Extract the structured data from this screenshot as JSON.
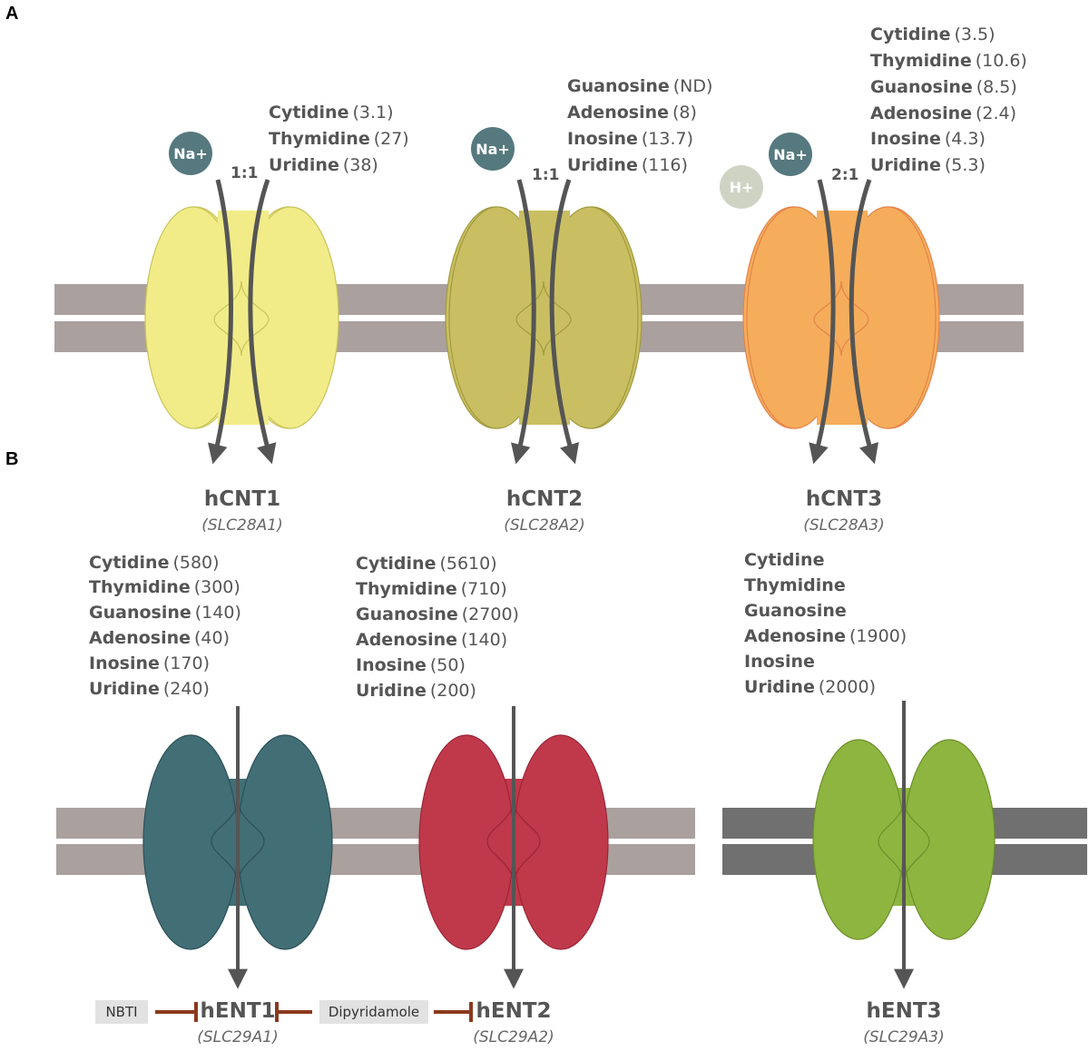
{
  "panels": {
    "a": "A",
    "b": "B"
  },
  "colors": {
    "membrane": "#aaa09e",
    "membrane_dark": "#707070",
    "hCNT1": "#f1ec88",
    "hCNT2": "#c9bf62",
    "hCNT3": "#f5ad5b",
    "hENT1": "#426e76",
    "hENT2": "#bf394b",
    "hENT3": "#8db53f",
    "na_ion": "#55797e",
    "h_ion": "#cfd3c4",
    "arrow": "#555555",
    "inhibitor": "#8b3a1e"
  },
  "cnt": [
    {
      "name": "hCNT1",
      "gene": "(SLC28A1)",
      "ratio": "1:1",
      "ions": [
        "Na+"
      ],
      "substrates": [
        {
          "name": "Cytidine",
          "value": "(3.1)"
        },
        {
          "name": "Thymidine",
          "value": "(27)"
        },
        {
          "name": "Uridine",
          "value": "(38)"
        }
      ]
    },
    {
      "name": "hCNT2",
      "gene": "(SLC28A2)",
      "ratio": "1:1",
      "ions": [
        "Na+"
      ],
      "substrates": [
        {
          "name": "Guanosine",
          "value": "(ND)"
        },
        {
          "name": "Adenosine",
          "value": "(8)"
        },
        {
          "name": "Inosine",
          "value": "(13.7)"
        },
        {
          "name": "Uridine",
          "value": "(116)"
        }
      ]
    },
    {
      "name": "hCNT3",
      "gene": "(SLC28A3)",
      "ratio": "2:1",
      "ions": [
        "Na+",
        "H+"
      ],
      "substrates": [
        {
          "name": "Cytidine",
          "value": "(3.5)"
        },
        {
          "name": "Thymidine",
          "value": "(10.6)"
        },
        {
          "name": "Guanosine",
          "value": "(8.5)"
        },
        {
          "name": "Adenosine",
          "value": "(2.4)"
        },
        {
          "name": "Inosine",
          "value": "(4.3)"
        },
        {
          "name": "Uridine",
          "value": "(5.3)"
        }
      ]
    }
  ],
  "ent": [
    {
      "name": "hENT1",
      "gene": "(SLC29A1)",
      "substrates": [
        {
          "name": "Cytidine",
          "value": "(580)"
        },
        {
          "name": "Thymidine",
          "value": "(300)"
        },
        {
          "name": "Guanosine",
          "value": "(140)"
        },
        {
          "name": "Adenosine",
          "value": "(40)"
        },
        {
          "name": "Inosine",
          "value": "(170)"
        },
        {
          "name": "Uridine",
          "value": "(240)"
        }
      ]
    },
    {
      "name": "hENT2",
      "gene": "(SLC29A2)",
      "substrates": [
        {
          "name": "Cytidine",
          "value": "(5610)"
        },
        {
          "name": "Thymidine",
          "value": "(710)"
        },
        {
          "name": "Guanosine",
          "value": "(2700)"
        },
        {
          "name": "Adenosine",
          "value": "(140)"
        },
        {
          "name": "Inosine",
          "value": "(50)"
        },
        {
          "name": "Uridine",
          "value": "(200)"
        }
      ]
    },
    {
      "name": "hENT3",
      "gene": "(SLC29A3)",
      "substrates": [
        {
          "name": "Cytidine",
          "value": ""
        },
        {
          "name": "Thymidine",
          "value": ""
        },
        {
          "name": "Guanosine",
          "value": ""
        },
        {
          "name": "Adenosine",
          "value": "(1900)"
        },
        {
          "name": "Inosine",
          "value": ""
        },
        {
          "name": "Uridine",
          "value": "(2000)"
        }
      ]
    }
  ],
  "inhibitors": {
    "nbti": "NBTI",
    "dipyridamole": "Dipyridamole"
  }
}
